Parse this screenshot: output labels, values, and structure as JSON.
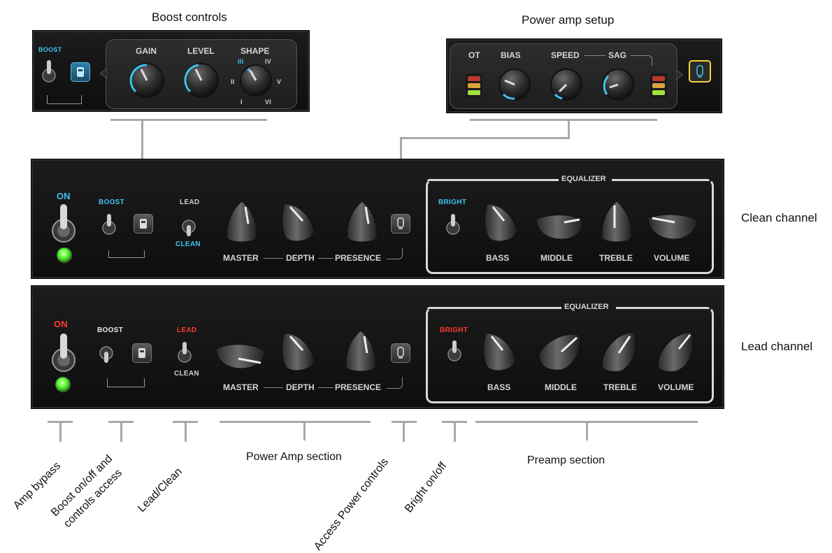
{
  "callouts": {
    "boost_controls": "Boost controls",
    "power_amp_setup": "Power amp setup"
  },
  "side_labels": {
    "clean_channel": "Clean channel",
    "lead_channel": "Lead channel"
  },
  "boost_popup": {
    "boost_label": "BOOST",
    "gain": "GAIN",
    "level": "LEVEL",
    "shape": "SHAPE",
    "shape_positions": [
      "I",
      "II",
      "III",
      "IV",
      "V",
      "VI"
    ]
  },
  "power_popup": {
    "ot": "OT",
    "bias": "BIAS",
    "speed": "SPEED",
    "sag": "SAG"
  },
  "clean": {
    "on": "ON",
    "boost": "BOOST",
    "lead": "LEAD",
    "clean": "CLEAN",
    "master": "MASTER",
    "depth": "DEPTH",
    "presence": "PRESENCE",
    "equalizer": "EQUALIZER",
    "bright": "BRIGHT",
    "bass": "BASS",
    "middle": "MIDDLE",
    "treble": "TREBLE",
    "volume": "VOLUME"
  },
  "lead": {
    "on": "ON",
    "boost": "BOOST",
    "lead": "LEAD",
    "clean": "CLEAN",
    "master": "MASTER",
    "depth": "DEPTH",
    "presence": "PRESENCE",
    "equalizer": "EQUALIZER",
    "bright": "BRIGHT",
    "bass": "BASS",
    "middle": "MIDDLE",
    "treble": "TREBLE",
    "volume": "VOLUME"
  },
  "bottom_labels": {
    "amp_bypass": "Amp bypass",
    "boost_access_1": "Boost on/off and",
    "boost_access_2": "controls access",
    "lead_clean": "Lead/Clean",
    "power_amp_section": "Power Amp section",
    "access_power": "Access Power controls",
    "bright": "Bright on/off",
    "preamp_section": "Preamp section"
  },
  "colors": {
    "clean_accent": "#3fc3f0",
    "lead_accent": "#ff3a2e",
    "led_on": "#5cff3a",
    "highlight_yellow": "#f5d43b"
  }
}
